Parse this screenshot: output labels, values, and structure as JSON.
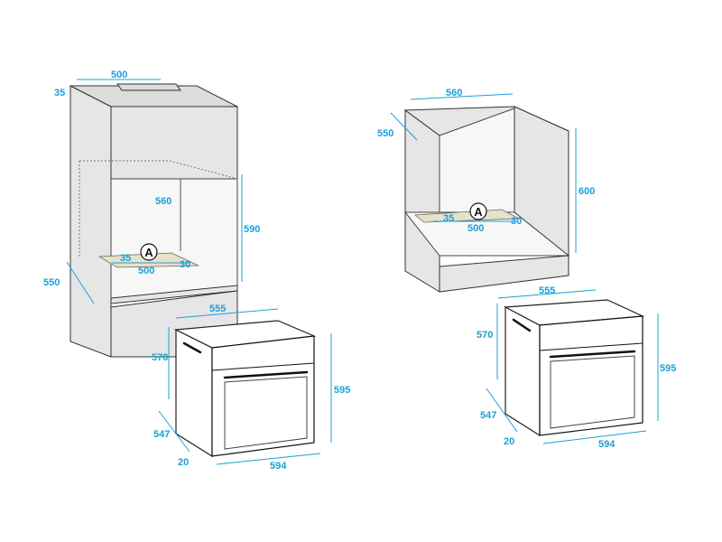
{
  "left_installation": {
    "cabinet_width": "500",
    "cabinet_top_offset": "35",
    "cabinet_depth": "550",
    "niche_depth": "560",
    "niche_height": "590",
    "vent_offset_left": "35",
    "vent_width": "500",
    "vent_offset_right": "30",
    "vent_marker": "A"
  },
  "left_oven": {
    "width": "555",
    "depth": "570",
    "body_depth": "547",
    "front_offset": "20",
    "front_width": "594",
    "height": "595"
  },
  "right_installation": {
    "cabinet_width": "560",
    "cabinet_depth": "550",
    "niche_height": "600",
    "vent_offset_left": "35",
    "vent_width": "500",
    "vent_offset_right": "30",
    "vent_marker": "A"
  },
  "right_oven": {
    "width": "555",
    "depth": "570",
    "body_depth": "547",
    "front_offset": "20",
    "front_width": "594",
    "height": "595"
  },
  "colors": {
    "dimension": "#1aa0d8",
    "outline": "#333333",
    "cabinet_fill": "#e6e6e6"
  }
}
